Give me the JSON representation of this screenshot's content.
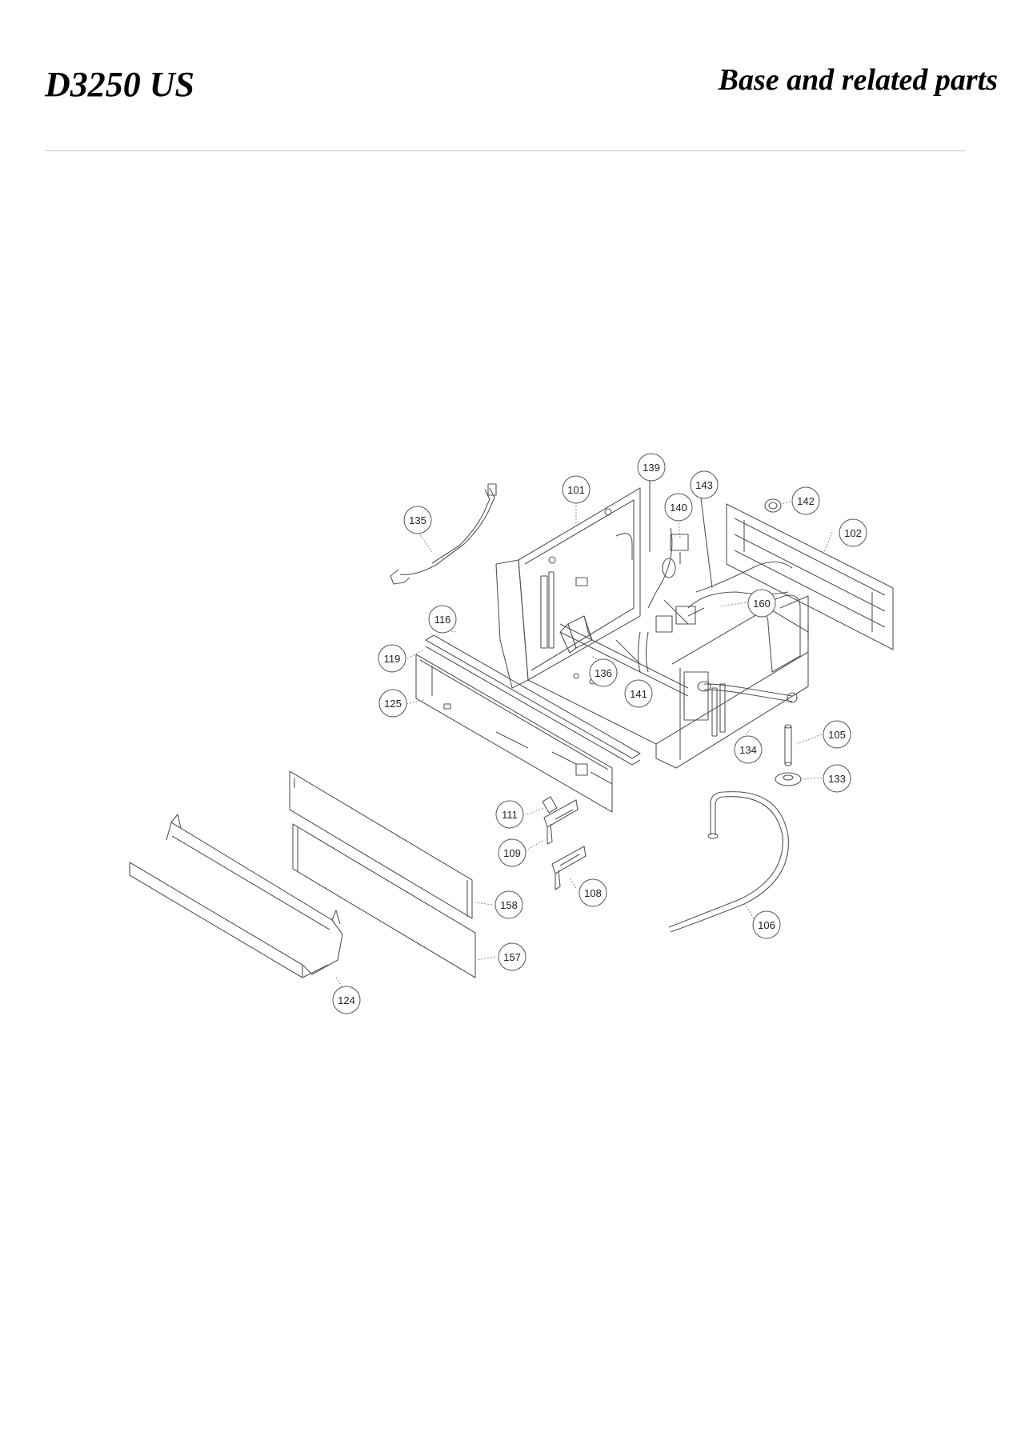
{
  "header": {
    "model": "D3250 US",
    "section": "Base and related parts"
  },
  "callouts": [
    {
      "id": "101",
      "label": "101"
    },
    {
      "id": "102",
      "label": "102"
    },
    {
      "id": "105",
      "label": "105"
    },
    {
      "id": "106",
      "label": "106"
    },
    {
      "id": "108",
      "label": "108"
    },
    {
      "id": "109",
      "label": "109"
    },
    {
      "id": "111",
      "label": "111"
    },
    {
      "id": "116",
      "label": "116"
    },
    {
      "id": "119",
      "label": "119"
    },
    {
      "id": "124",
      "label": "124"
    },
    {
      "id": "125",
      "label": "125"
    },
    {
      "id": "133",
      "label": "133"
    },
    {
      "id": "134",
      "label": "134"
    },
    {
      "id": "135",
      "label": "135"
    },
    {
      "id": "136",
      "label": "136"
    },
    {
      "id": "139",
      "label": "139"
    },
    {
      "id": "140",
      "label": "140"
    },
    {
      "id": "141",
      "label": "141"
    },
    {
      "id": "142",
      "label": "142"
    },
    {
      "id": "143",
      "label": "143"
    },
    {
      "id": "157",
      "label": "157"
    },
    {
      "id": "158",
      "label": "158"
    },
    {
      "id": "160",
      "label": "160"
    }
  ]
}
